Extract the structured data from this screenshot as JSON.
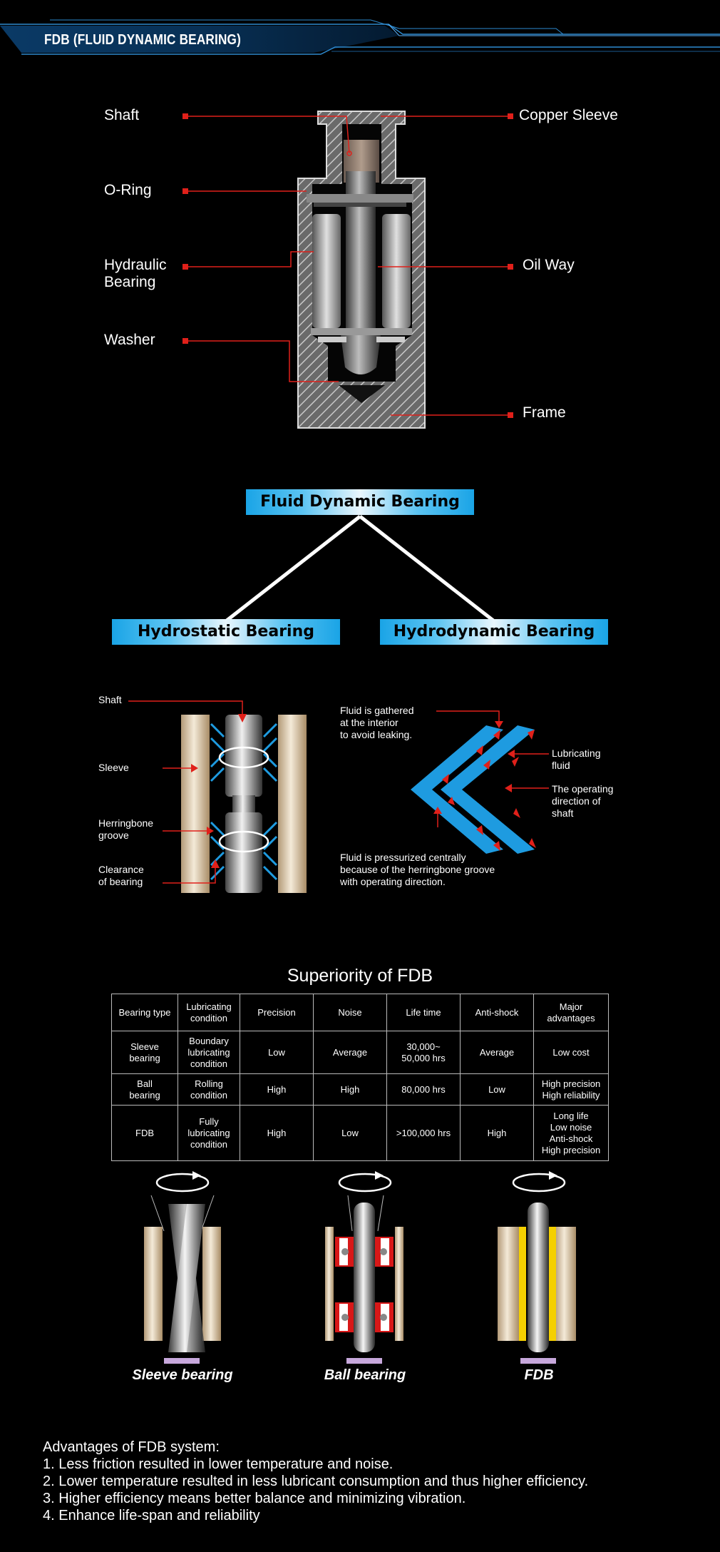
{
  "header": {
    "title": "FDB (FLUID DYNAMIC BEARING)"
  },
  "structure_labels": {
    "shaft": "Shaft",
    "o_ring": "O-Ring",
    "hydraulic_bearing": [
      "Hydraulic",
      "Bearing"
    ],
    "washer": "Washer",
    "copper_sleeve": "Copper Sleeve",
    "oil_way": "Oil Way",
    "frame": "Frame"
  },
  "hierarchy": {
    "root": "Fluid Dynamic Bearing",
    "left": "Hydrostatic Bearing",
    "right": "Hydrodynamic Bearing"
  },
  "herringbone": {
    "shaft": "Shaft",
    "sleeve": "Sleeve",
    "groove": [
      "Herringbone",
      "groove"
    ],
    "clearance": [
      "Clearance",
      "of bearing"
    ],
    "fluid_gathered": [
      "Fluid is gathered",
      "at the interior",
      "to avoid leaking."
    ],
    "lubricating_fluid": [
      "Lubricating",
      "fluid"
    ],
    "operating_direction": [
      "The operating",
      "direction of",
      "shaft"
    ],
    "pressurized": [
      "Fluid is pressurized centrally",
      "because of the herringbone groove",
      "with operating direction."
    ]
  },
  "superiority": {
    "title": "Superiority of FDB",
    "headers": [
      [
        "Bearing type"
      ],
      [
        "Lubricating",
        "condition"
      ],
      [
        "Precision"
      ],
      [
        "Noise"
      ],
      [
        "Life time"
      ],
      [
        "Anti-shock"
      ],
      [
        "Major",
        "advantages"
      ]
    ],
    "rows": [
      [
        [
          "Sleeve",
          "bearing"
        ],
        [
          "Boundary",
          "lubricating",
          "condition"
        ],
        [
          "Low"
        ],
        [
          "Average"
        ],
        [
          "30,000~",
          "50,000 hrs"
        ],
        [
          "Average"
        ],
        [
          "Low cost"
        ]
      ],
      [
        [
          "Ball",
          "bearing"
        ],
        [
          "Rolling",
          "condition"
        ],
        [
          "High"
        ],
        [
          "High"
        ],
        [
          "80,000 hrs"
        ],
        [
          "Low"
        ],
        [
          "High precision",
          "High reliability"
        ]
      ],
      [
        [
          "FDB"
        ],
        [
          "Fully",
          "lubricating",
          "condition"
        ],
        [
          "High"
        ],
        [
          "Low"
        ],
        [
          ">100,000 hrs"
        ],
        [
          "High"
        ],
        [
          "Long life",
          "Low noise",
          "Anti-shock",
          "High precision"
        ]
      ]
    ]
  },
  "comparison": {
    "sleeve_caption": "Sleeve bearing",
    "ball_caption": "Ball bearing",
    "fdb_caption": "FDB"
  },
  "advantages": {
    "title": "Advantages of FDB system:",
    "items": [
      "1. Less friction resulted in lower temperature and noise.",
      "2. Lower temperature resulted in less lubricant consumption and thus higher efficiency.",
      "3. Higher efficiency means better balance and minimizing vibration.",
      "4. Enhance life-span and reliability"
    ]
  },
  "colors": {
    "accent": "#1aa4e6",
    "leader": "#e0201a",
    "groove": "#1e9be0",
    "magnet": "#f5d000"
  }
}
